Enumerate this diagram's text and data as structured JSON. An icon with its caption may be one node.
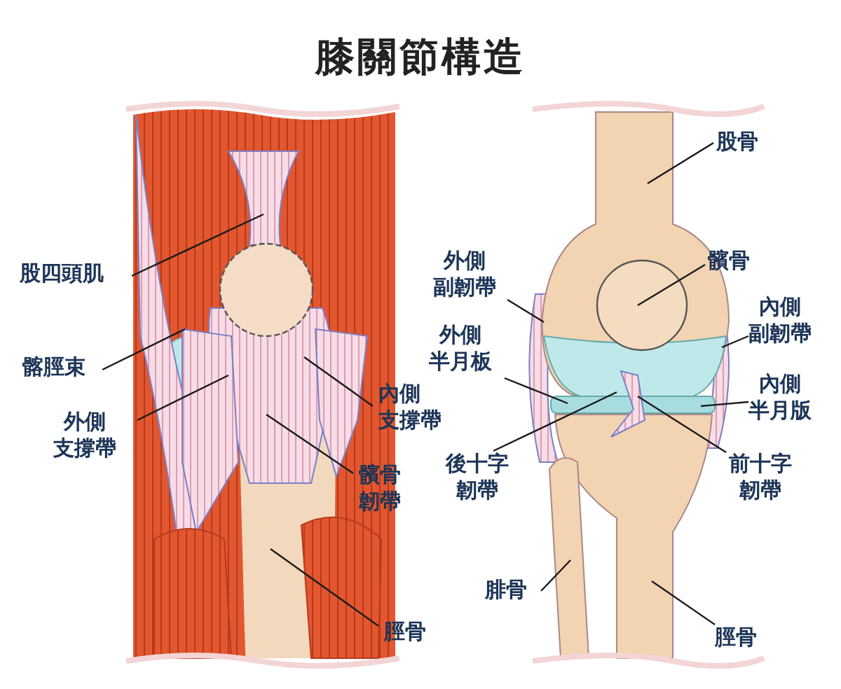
{
  "diagram": {
    "title": "膝關節構造",
    "nodes": [
      {
        "text": [
          "股四頭肌"
        ]
      },
      {
        "text": [
          "髂脛束"
        ]
      },
      {
        "text": [
          "外側支撐帶"
        ]
      },
      {
        "text": [
          "內側支撐帶"
        ]
      },
      {
        "text": [
          "髕骨韌帶"
        ]
      },
      {
        "text": [
          "脛骨"
        ]
      },
      {
        "text": [
          "股骨"
        ]
      },
      {
        "text": [
          "外側副韌帶"
        ]
      },
      {
        "text": [
          "髕骨"
        ]
      },
      {
        "text": [
          "內側副韌帶"
        ]
      },
      {
        "text": [
          "外側半月板"
        ]
      },
      {
        "text": [
          "內側半月版"
        ]
      },
      {
        "text": [
          "後十字韌帶"
        ]
      },
      {
        "text": [
          "前十字韌帶"
        ]
      },
      {
        "text": [
          "腓骨"
        ]
      },
      {
        "text": [
          "脛骨"
        ]
      }
    ],
    "edges": [
      {
        "from": 0,
        "to": null,
        "arrow": "none"
      },
      {
        "from": 1,
        "to": null,
        "arrow": "none"
      },
      {
        "from": 2,
        "to": null,
        "arrow": "none"
      },
      {
        "from": 3,
        "to": null,
        "arrow": "none"
      },
      {
        "from": 4,
        "to": null,
        "arrow": "none"
      },
      {
        "from": 5,
        "to": null,
        "arrow": "none"
      },
      {
        "from": 6,
        "to": null,
        "arrow": "none"
      },
      {
        "from": 7,
        "to": null,
        "arrow": "none"
      },
      {
        "from": 8,
        "to": null,
        "arrow": "none"
      },
      {
        "from": 9,
        "to": null,
        "arrow": "none"
      },
      {
        "from": 10,
        "to": null,
        "arrow": "none"
      },
      {
        "from": 11,
        "to": null,
        "arrow": "none"
      },
      {
        "from": 12,
        "to": null,
        "arrow": "none"
      },
      {
        "from": 13,
        "to": null,
        "arrow": "none"
      },
      {
        "from": 14,
        "to": null,
        "arrow": "none"
      },
      {
        "from": 15,
        "to": null,
        "arrow": "none"
      }
    ]
  }
}
